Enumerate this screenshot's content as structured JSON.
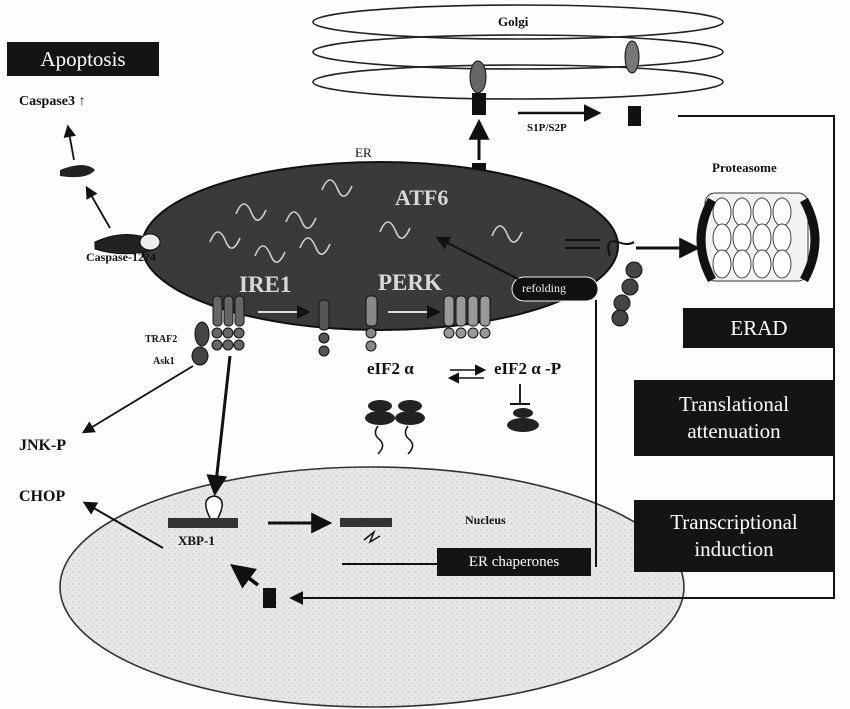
{
  "labels": {
    "golgi": "Golgi",
    "apoptosis": "Apoptosis",
    "caspase3": "Caspase3 ↑",
    "caspase124": "Caspase-12?4",
    "er": "ER",
    "atf6": "ATF6",
    "ire1": "IRE1",
    "perk": "PERK",
    "s1p_s2p": "S1P/S2P",
    "proteasome": "Proteasome",
    "refolding": "refolding",
    "erad": "ERAD",
    "traf2": "TRAF2",
    "ask1": "Ask1",
    "eif2a": "eIF2 α",
    "eif2ap": "eIF2 α -P",
    "jnkp": "JNK-P",
    "chop": "CHOP",
    "xbp1": "XBP-1",
    "nucleus": "Nucleus",
    "er_chaperones": "ER chaperones",
    "translational_attenuation": "Translational attenuation",
    "transcriptional_induction": "Transcriptional induction"
  },
  "colors": {
    "er_fill": "#3a3a3a",
    "nucleus_fill": "#e6e6e6",
    "box_fill": "#141414",
    "ink": "#111111"
  }
}
